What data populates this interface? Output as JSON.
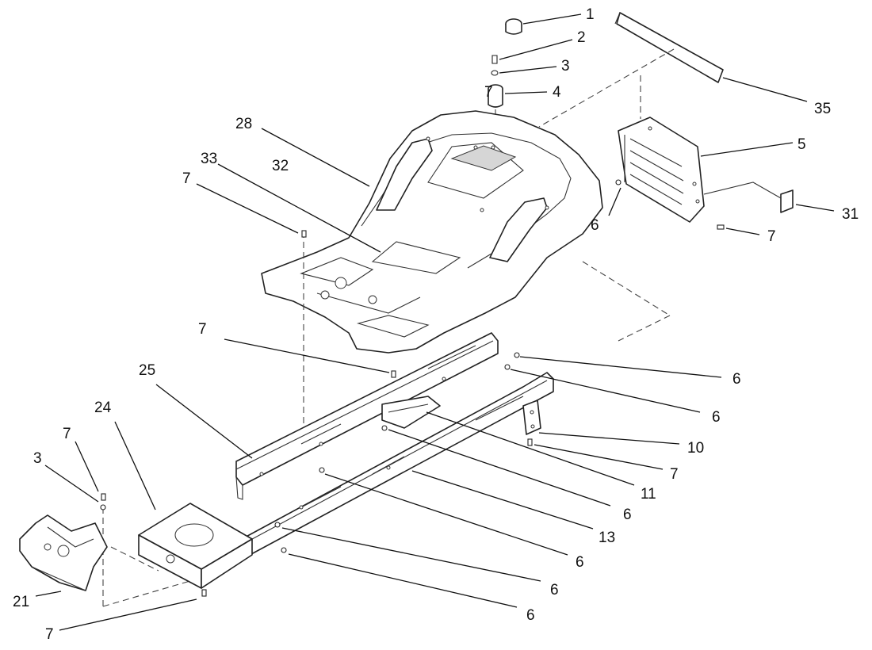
{
  "diagram": {
    "callouts": [
      {
        "label": "1"
      },
      {
        "label": "2"
      },
      {
        "label": "3"
      },
      {
        "label": "4"
      },
      {
        "label": "35"
      },
      {
        "label": "5"
      },
      {
        "label": "31"
      },
      {
        "label": "6"
      },
      {
        "label": "7"
      },
      {
        "label": "28"
      },
      {
        "label": "32"
      },
      {
        "label": "33"
      },
      {
        "label": "7"
      },
      {
        "label": "7"
      },
      {
        "label": "6"
      },
      {
        "label": "6"
      },
      {
        "label": "25"
      },
      {
        "label": "24"
      },
      {
        "label": "10"
      },
      {
        "label": "7"
      },
      {
        "label": "11"
      },
      {
        "label": "6"
      },
      {
        "label": "13"
      },
      {
        "label": "6"
      },
      {
        "label": "6"
      },
      {
        "label": "6"
      },
      {
        "label": "7"
      },
      {
        "label": "3"
      },
      {
        "label": "21"
      },
      {
        "label": "7"
      },
      {
        "label": "7"
      }
    ]
  }
}
